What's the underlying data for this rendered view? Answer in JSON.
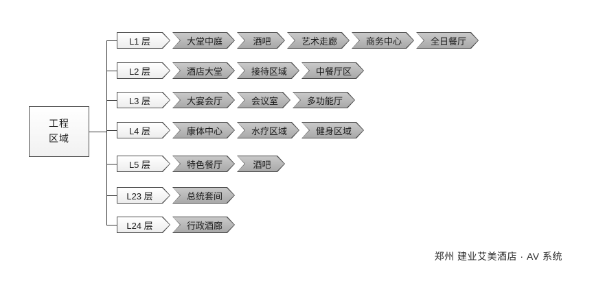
{
  "root": {
    "label": "工程\n区域"
  },
  "rows": [
    {
      "floor": "L1 层",
      "items": [
        "大堂中庭",
        "酒吧",
        "艺术走廊",
        "商务中心",
        "全日餐厅"
      ]
    },
    {
      "floor": "L2 层",
      "items": [
        "酒店大堂",
        "接待区域",
        "中餐厅区"
      ]
    },
    {
      "floor": "L3 层",
      "items": [
        "大宴会厅",
        "会议室",
        "多功能厅"
      ]
    },
    {
      "floor": "L4 层",
      "items": [
        "康体中心",
        "水疗区域",
        "健身区域"
      ]
    },
    {
      "floor": "L5 层",
      "items": [
        "特色餐厅",
        "酒吧"
      ]
    },
    {
      "floor": "L23 层",
      "items": [
        "总统套间"
      ]
    },
    {
      "floor": "L24 层",
      "items": [
        "行政酒廊"
      ]
    }
  ],
  "footer": {
    "text": "郑州 建业艾美酒店 · AV 系统"
  },
  "colors": {
    "node-border": "#4a4a4a",
    "chev-top": "#c9c9c9",
    "chev-bottom": "#a9a9a9",
    "pent-top": "#ffffff",
    "pent-bottom": "#ededed",
    "line": "#333333",
    "text": "#1a1a1a"
  }
}
